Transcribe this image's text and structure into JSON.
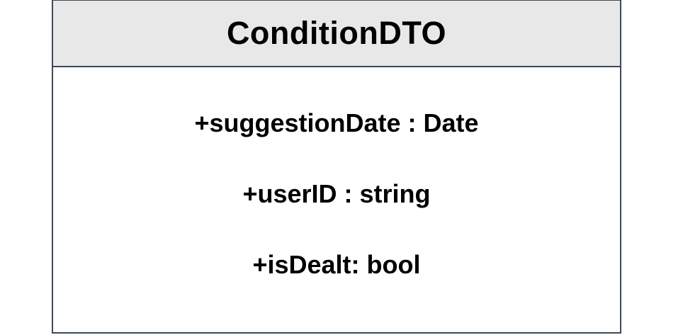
{
  "class": {
    "name": "ConditionDTO",
    "attributes": [
      "+suggestionDate : Date",
      "+userID : string",
      "+isDealt: bool"
    ]
  },
  "colors": {
    "header_fill": "#e8e8e8",
    "border": "#3a4a5e",
    "body_fill": "#ffffff",
    "text": "#000000"
  }
}
